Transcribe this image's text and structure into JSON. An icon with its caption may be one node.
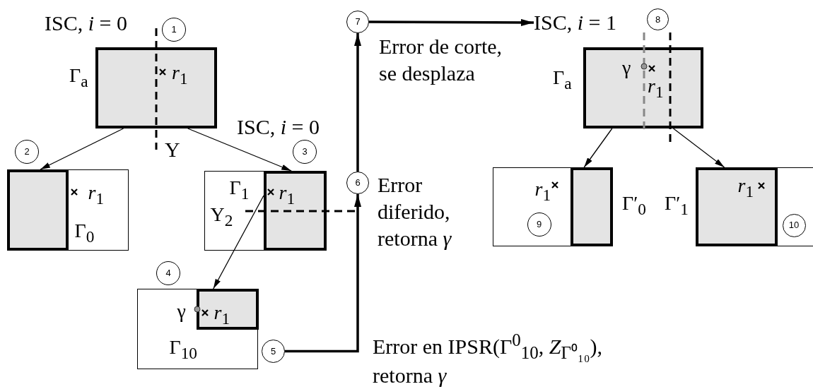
{
  "diagram": {
    "nodes": [
      {
        "text": [
          "1"
        ]
      },
      {
        "text": [
          "*r*$_{1}$"
        ],
        "beside": [
          "Γ$_{a}$"
        ]
      },
      {
        "text": [
          "7"
        ]
      },
      {
        "text": [
          "ISC, *i* = 1"
        ]
      },
      {
        "text": [
          "8"
        ]
      },
      {
        "text": [
          "γ",
          "*r*$_{1}$"
        ],
        "beside": [
          "Γ$_{a}$"
        ]
      },
      {
        "text": [
          "2"
        ]
      },
      {
        "text": [
          "3"
        ]
      },
      {
        "text": [
          "*r*$_{1}$",
          "Γ$_{0}$"
        ]
      },
      {
        "text": [],
        "shape": "box",
        "in": 8
      },
      {
        "text": [
          "Γ$_{1}$",
          "Υ$_{2}$"
        ]
      },
      {
        "text": [
          "*r*$_{1}$"
        ],
        "in": 10
      },
      {
        "text": [
          "6"
        ]
      },
      {
        "text": [
          "*r*$_{1}$"
        ],
        "beside": [
          "Γ′$_{0}$"
        ]
      },
      {
        "text": [],
        "shape": "box",
        "in": 13
      },
      {
        "text": [
          "9"
        ],
        "in": 13
      },
      {
        "text": [],
        "shape": "box",
        "beside": [
          "Γ′$_{1}$"
        ]
      },
      {
        "text": [
          "*r*$_{1}$"
        ],
        "in": 16
      },
      {
        "text": [
          "10"
        ],
        "in": 16
      },
      {
        "text": [
          "4"
        ]
      },
      {
        "text": [
          "γ",
          "Γ$_{10}$"
        ]
      },
      {
        "text": [
          "*r*$_{1}$"
        ],
        "in": 20
      },
      {
        "text": [
          "5"
        ]
      }
    ],
    "edges": [
      {
        "from": 1,
        "to": 9,
        "arrow": "to"
      },
      {
        "from": 1,
        "to": 11,
        "arrow": "to"
      },
      {
        "from": 11,
        "to": 21,
        "arrow": "to"
      },
      {
        "from": 22,
        "to": 12,
        "arrow": "to",
        "style": "thick"
      },
      {
        "from": 12,
        "to": 2,
        "arrow": "to",
        "style": "thick"
      },
      {
        "from": 2,
        "to": 3,
        "arrow": "to",
        "style": "thick"
      },
      {
        "from": 5,
        "to": 14,
        "arrow": "to"
      },
      {
        "from": 5,
        "to": 17,
        "arrow": "to"
      }
    ],
    "labels": [
      "ISC, *i* = 0",
      "Error de corte, se desplaza",
      "ISC, *i* = 0",
      "Υ",
      "Error diferido, retorna *γ*",
      "Error en IPSR(Γ$^{0}$$_{10}$, *Z*$_{Γ⁰₁₀}$), retorna *γ*"
    ]
  }
}
